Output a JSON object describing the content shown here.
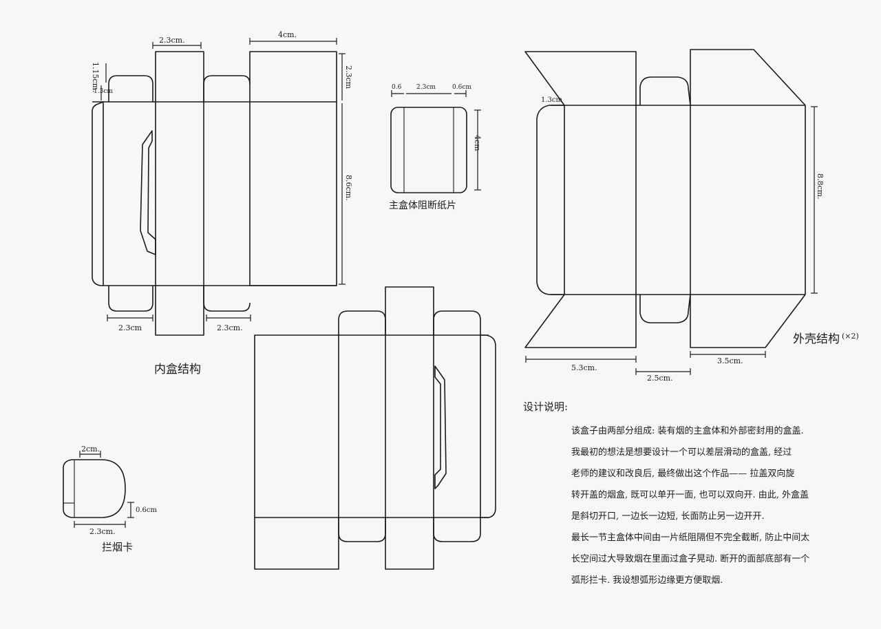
{
  "titles": {
    "inner_box": "内盒结构",
    "divider": "主盒体阻断纸片",
    "outer_shell": "外壳结构",
    "outer_shell_count": "(×2)",
    "stopper": "拦烟卡"
  },
  "dimensions": {
    "inner_top_width": "2.3cm.",
    "inner_main_width": "4cm.",
    "inner_tab_height": "1.15cm.",
    "inner_small": "1.3cm",
    "inner_top_height": "2.3cm",
    "inner_main_height": "8.6cm.",
    "inner_left_bottom": "2.3cm",
    "inner_right_bottom": "2.3cm.",
    "divider_left": "0.6",
    "divider_mid": "2.3cm",
    "divider_right": "0.6cm",
    "divider_height": "4cm",
    "outer_corner": "1.3cm",
    "outer_height": "8.8cm.",
    "outer_left_width": "5.3cm.",
    "outer_mid_width": "2.5cm.",
    "outer_right_width": "3.5cm.",
    "stopper_top": "2cm.",
    "stopper_side": "0.6cm",
    "stopper_bottom": "2.3cm."
  },
  "notes": {
    "heading": "设计说明:",
    "lines": [
      "该盒子由两部分组成: 装有烟的主盒体和外部密封用的盒盖.",
      "我最初的想法是想要设计一个可以差层滑动的盒盖, 经过",
      "老师的建议和改良后, 最终做出这个作品—— 拉盖双向旋",
      "转开盖的烟盒, 既可以单开一面, 也可以双向开. 由此, 外盒盖",
      "是斜切开口, 一边长一边短, 长面防止另一边开开.",
      "最长一节主盒体中间由一片纸阻隔但不完全截断, 防止中间太",
      "长空间过大导致烟在里面过盒子晃动. 断开的面部底部有一个",
      "弧形拦卡. 我设想弧形边缘更方便取烟."
    ]
  }
}
